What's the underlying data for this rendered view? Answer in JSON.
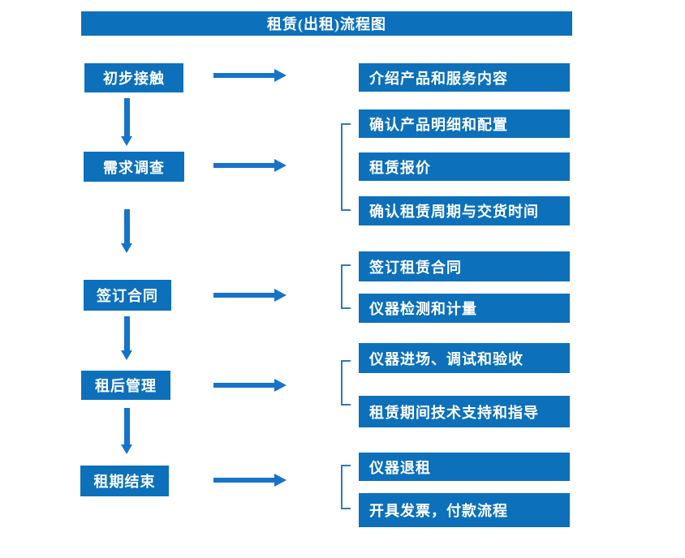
{
  "title": "租赁(出租)流程图",
  "colors": {
    "primary_blue": "#0d70bb",
    "arrow_blue": "#1673c9",
    "bracket_blue": "#2d79c0"
  },
  "flow": {
    "steps": [
      {
        "label": "初步接触",
        "details": [
          "介绍产品和服务内容"
        ]
      },
      {
        "label": "需求调查",
        "details": [
          "确认产品明细和配置",
          "租赁报价",
          "确认租赁周期与交货时间"
        ]
      },
      {
        "label": "签订合同",
        "details": [
          "签订租赁合同",
          "仪器检测和计量"
        ]
      },
      {
        "label": "租后管理",
        "details": [
          "仪器进场、调试和验收",
          "租赁期间技术支持和指导"
        ]
      },
      {
        "label": "租期结束",
        "details": [
          "仪器退租",
          "开具发票，付款流程"
        ]
      }
    ]
  }
}
